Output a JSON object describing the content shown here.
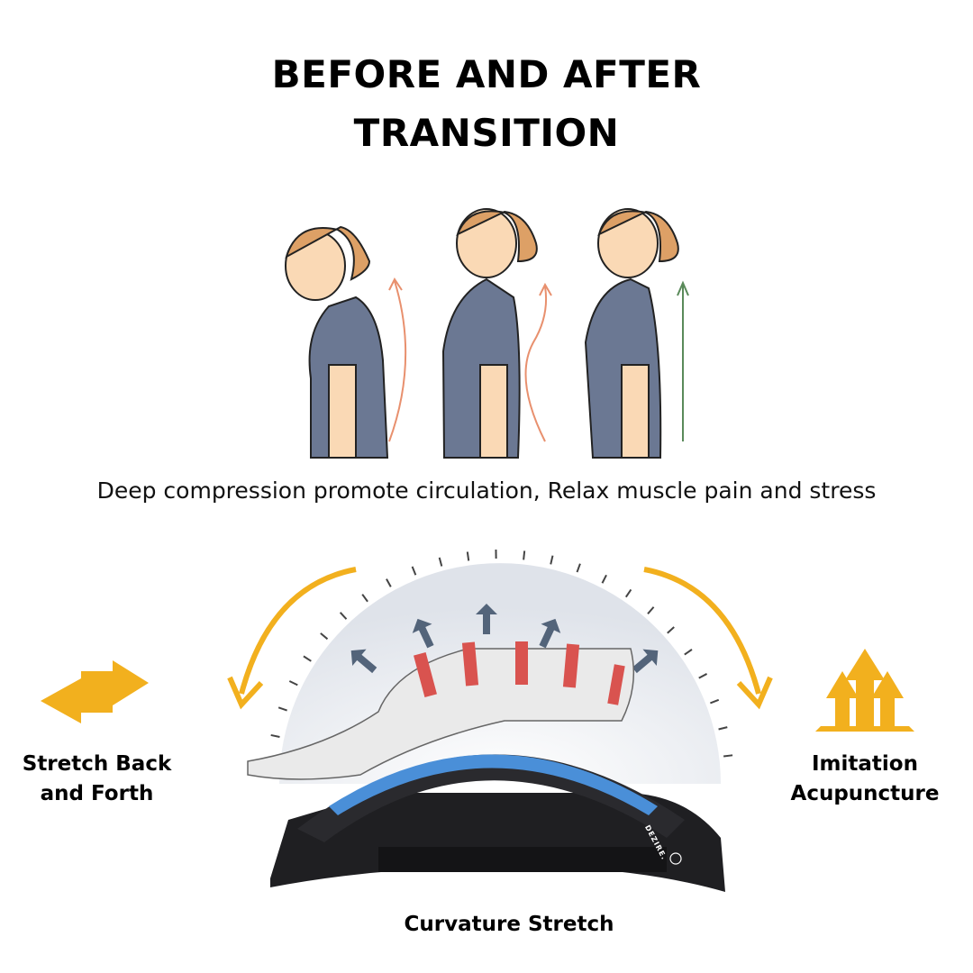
{
  "title": {
    "line1": "BEFORE AND AFTER",
    "line2": "TRANSITION"
  },
  "caption": "Deep compression promote circulation, Relax muscle pain and stress",
  "features": {
    "left": {
      "line1": "Stretch Back",
      "line2": "and Forth",
      "icon": "double-arrow-icon"
    },
    "right": {
      "line1": "Imitation",
      "line2": "Acupuncture",
      "icon": "up-arrows-icon"
    },
    "bottom": "Curvature Stretch"
  },
  "brand_logo_text": "DEZIRE.",
  "colors": {
    "accent": "#F2B01E",
    "shirt": "#6B7893",
    "hair": "#DDA066",
    "skin": "#FAD9B5",
    "stretcher_blue": "#4A8FD8",
    "bad_arrow": "#E8906E",
    "good_arrow": "#5A8A5A"
  }
}
